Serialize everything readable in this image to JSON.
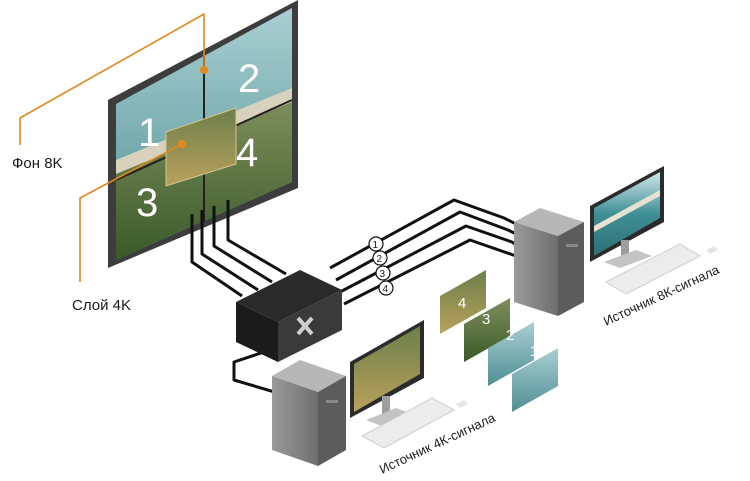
{
  "labels": {
    "background_8k": "Фон 8K",
    "layer_4k": "Слой 4K",
    "source_8k": "Источник 8К-сигнала",
    "source_4k": "Источник 4К-сигнала"
  },
  "wall_numbers": [
    "1",
    "2",
    "3",
    "4"
  ],
  "stack_numbers": [
    "4",
    "3",
    "2",
    "1"
  ],
  "cable_numbers": [
    "1",
    "2",
    "3",
    "4"
  ],
  "colors": {
    "leader": "#e08a1e",
    "cable": "#111111",
    "sea": "#3f8f96",
    "forest": "#4c6d34",
    "field": "#b59a56"
  }
}
